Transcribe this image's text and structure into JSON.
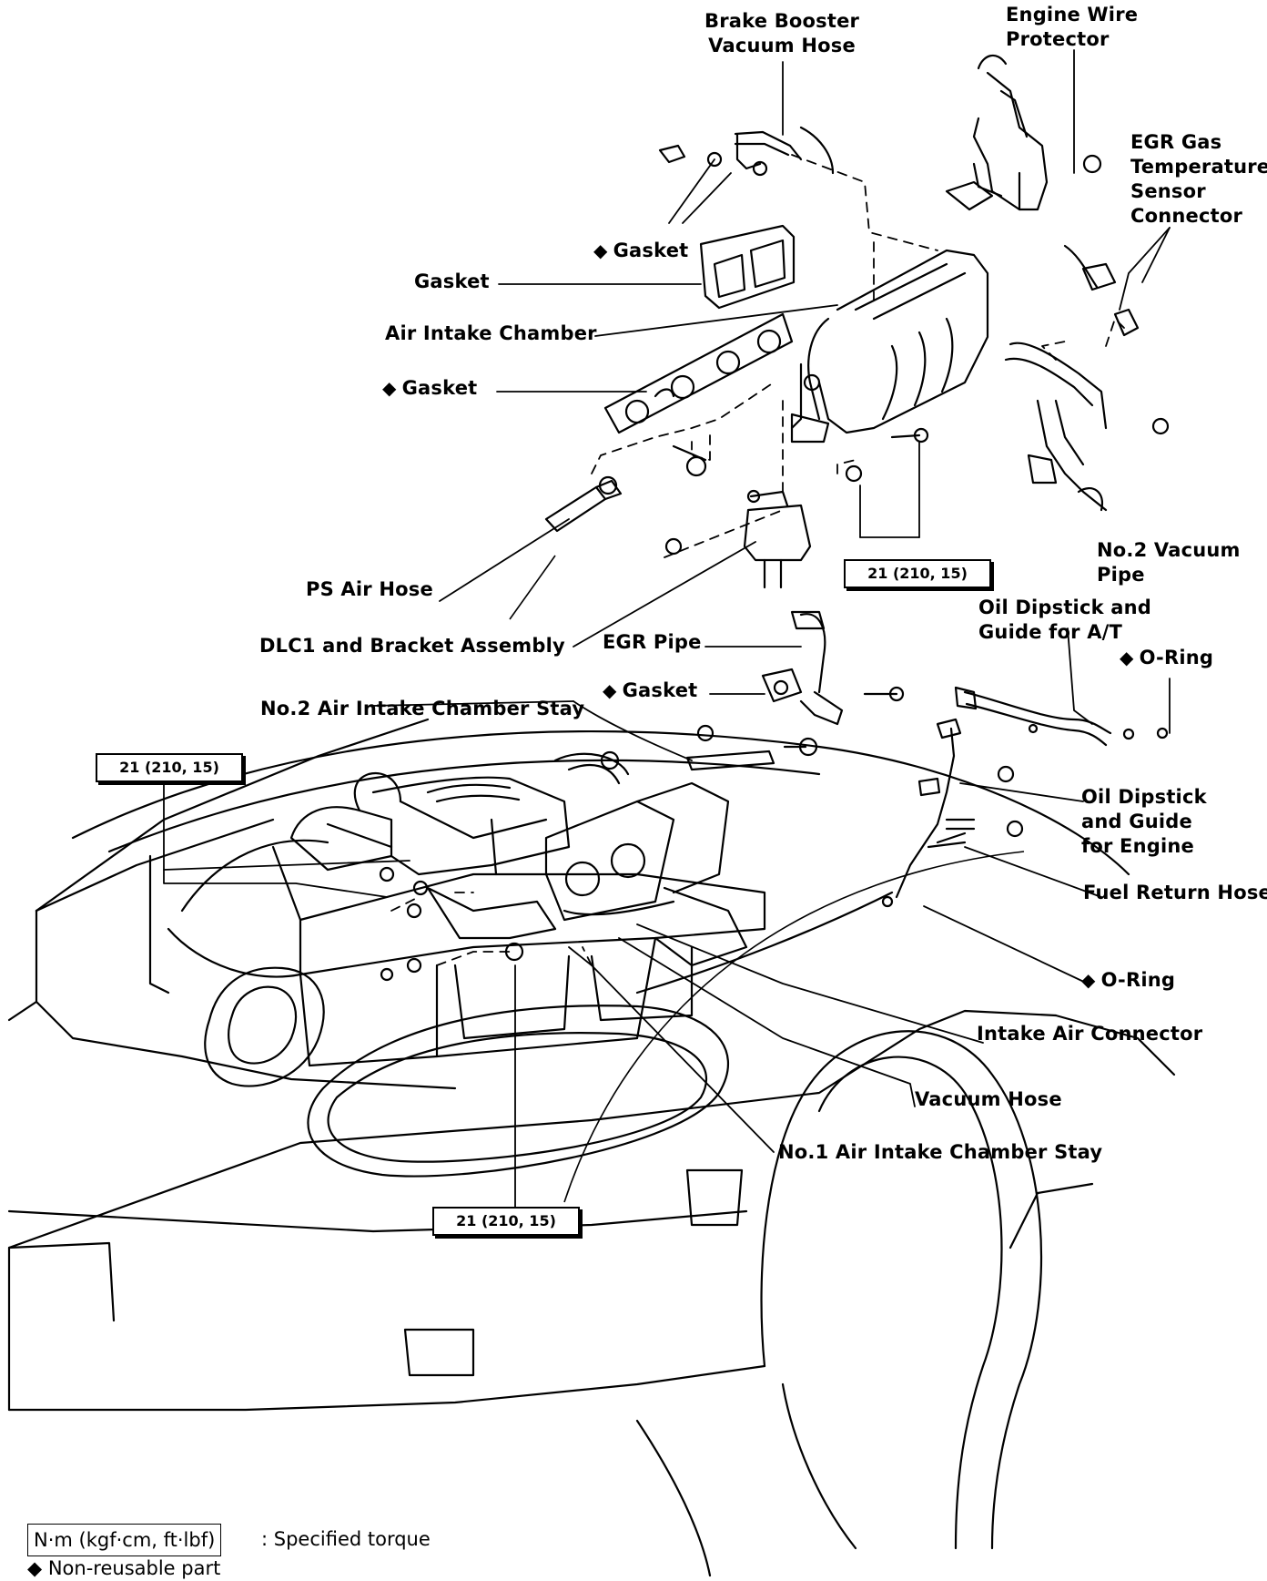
{
  "labels": {
    "brake_booster_hose": [
      "Brake Booster",
      "Vacuum Hose"
    ],
    "engine_wire_protector": [
      "Engine Wire",
      "Protector"
    ],
    "egr_gas_sensor": [
      "EGR Gas",
      "Temperature",
      "Sensor",
      "Connector"
    ],
    "gasket_top": "Gasket",
    "gasket_plate": "Gasket",
    "air_intake_chamber": "Air Intake Chamber",
    "gasket_manifold": "Gasket",
    "ps_air_hose": "PS Air Hose",
    "dlc1_bracket": "DLC1 and Bracket Assembly",
    "no2_stay": "No.2 Air Intake Chamber Stay",
    "no2_vacuum_pipe": [
      "No.2 Vacuum",
      "Pipe"
    ],
    "oil_dipstick_at": [
      "Oil Dipstick and",
      "Guide for A/T"
    ],
    "o_ring_top": "O-Ring",
    "egr_pipe": "EGR Pipe",
    "gasket_egr": "Gasket",
    "oil_dipstick_engine": [
      "Oil Dipstick",
      "and Guide",
      "for Engine"
    ],
    "fuel_return_hose": "Fuel Return Hose",
    "o_ring_bottom": "O-Ring",
    "intake_air_connector": "Intake Air Connector",
    "vacuum_hose": "Vacuum Hose",
    "no1_stay": "No.1 Air Intake Chamber Stay"
  },
  "torque_specs": {
    "upper_right": "21 (210, 15)",
    "left": "21 (210, 15)",
    "bottom": "21 (210, 15)"
  },
  "legend": {
    "torque_box": "N·m (kgf·cm, ft·lbf)",
    "torque_desc": ": Specified torque",
    "nonreusable": "Non-reusable part"
  },
  "symbols": {
    "non_reusable": "◆"
  }
}
